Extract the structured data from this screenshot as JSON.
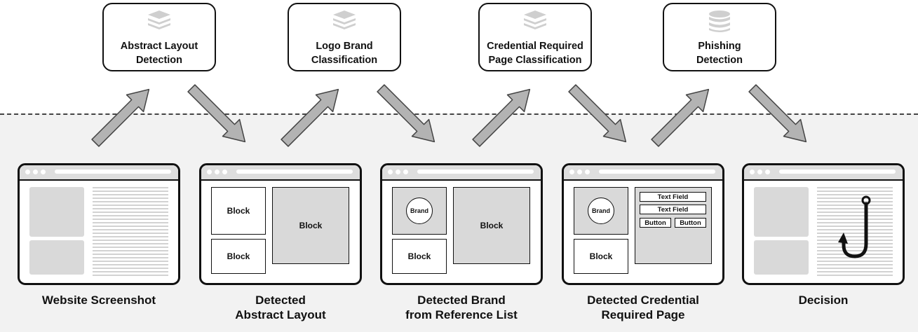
{
  "modules": [
    {
      "label": "Abstract Layout\nDetection",
      "icon": "stack-icon"
    },
    {
      "label": "Logo Brand\nClassification",
      "icon": "stack-icon"
    },
    {
      "label": "Credential Required\nPage Classification",
      "icon": "stack-icon"
    },
    {
      "label": "Phishing\nDetection",
      "icon": "database-icon"
    }
  ],
  "stages": [
    {
      "caption": "Website Screenshot"
    },
    {
      "caption": "Detected\nAbstract Layout"
    },
    {
      "caption": "Detected Brand\nfrom Reference List"
    },
    {
      "caption": "Detected Credential\nRequired Page"
    },
    {
      "caption": "Decision"
    }
  ],
  "layout_panel": {
    "block_a": "Block",
    "block_b": "Block",
    "block_c": "Block"
  },
  "brand_panel": {
    "brand": "Brand",
    "block_b": "Block",
    "block_c": "Block"
  },
  "credential_panel": {
    "brand": "Brand",
    "block": "Block",
    "text_field_1": "Text Field",
    "text_field_2": "Text Field",
    "button_1": "Button",
    "button_2": "Button"
  },
  "decision_icon": "fishhook-icon",
  "colors": {
    "arrow_fill": "#b3b3b3",
    "outline": "#111111",
    "placeholder_grey": "#d9d9d9",
    "panel_background": "#f2f2f2"
  }
}
